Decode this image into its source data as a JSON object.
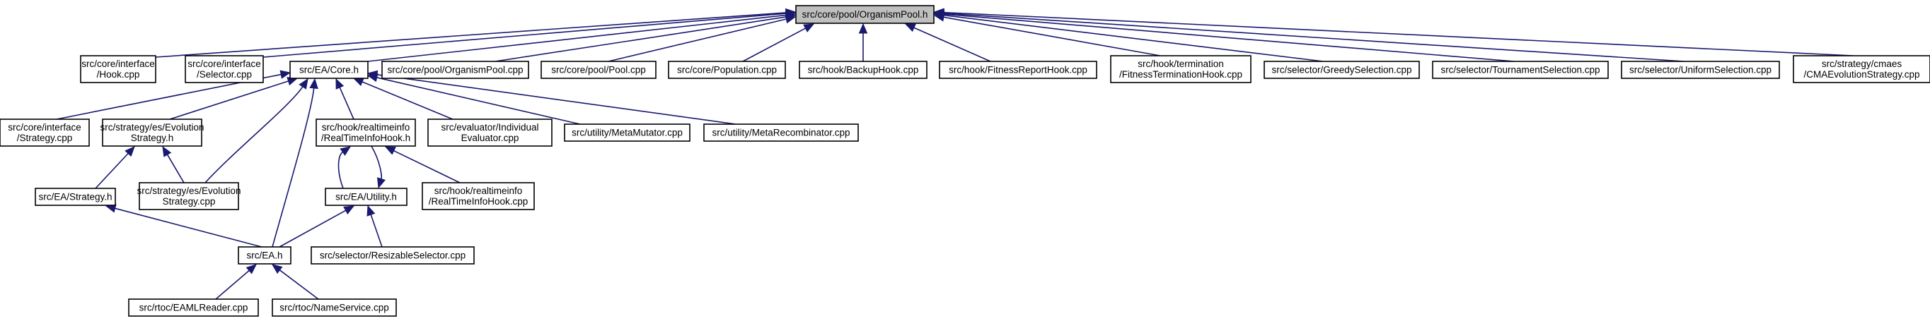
{
  "nodes": [
    {
      "id": "root",
      "lines": [
        "src/core/pool/OrganismPool.h"
      ],
      "root": true
    },
    {
      "id": "hook_if",
      "lines": [
        "src/core/interface",
        "/Hook.cpp"
      ]
    },
    {
      "id": "selector_if",
      "lines": [
        "src/core/interface",
        "/Selector.cpp"
      ]
    },
    {
      "id": "core_h",
      "lines": [
        "src/EA/Core.h"
      ]
    },
    {
      "id": "organismpool_cpp",
      "lines": [
        "src/core/pool/OrganismPool.cpp"
      ]
    },
    {
      "id": "pool_cpp",
      "lines": [
        "src/core/pool/Pool.cpp"
      ]
    },
    {
      "id": "population_cpp",
      "lines": [
        "src/core/Population.cpp"
      ]
    },
    {
      "id": "backuphook_cpp",
      "lines": [
        "src/hook/BackupHook.cpp"
      ]
    },
    {
      "id": "fitnessreport_cpp",
      "lines": [
        "src/hook/FitnessReportHook.cpp"
      ]
    },
    {
      "id": "fitnessterm_cpp",
      "lines": [
        "src/hook/termination",
        "/FitnessTerminationHook.cpp"
      ]
    },
    {
      "id": "greedy_cpp",
      "lines": [
        "src/selector/GreedySelection.cpp"
      ]
    },
    {
      "id": "tournament_cpp",
      "lines": [
        "src/selector/TournamentSelection.cpp"
      ]
    },
    {
      "id": "uniform_cpp",
      "lines": [
        "src/selector/UniformSelection.cpp"
      ]
    },
    {
      "id": "cmaes_cpp",
      "lines": [
        "src/strategy/cmaes",
        "/CMAEvolutionStrategy.cpp"
      ]
    },
    {
      "id": "strategy_if",
      "lines": [
        "src/core/interface",
        "/Strategy.cpp"
      ]
    },
    {
      "id": "evo_h",
      "lines": [
        "src/strategy/es/Evolution",
        "Strategy.h"
      ]
    },
    {
      "id": "rtinfo_h",
      "lines": [
        "src/hook/realtimeinfo",
        "/RealTimeInfoHook.h"
      ]
    },
    {
      "id": "indiv_cpp",
      "lines": [
        "src/evaluator/Individual",
        "Evaluator.cpp"
      ]
    },
    {
      "id": "metamutator_cpp",
      "lines": [
        "src/utility/MetaMutator.cpp"
      ]
    },
    {
      "id": "metarecomb_cpp",
      "lines": [
        "src/utility/MetaRecombinator.cpp"
      ]
    },
    {
      "id": "ea_strategy_h",
      "lines": [
        "src/EA/Strategy.h"
      ]
    },
    {
      "id": "evo_cpp",
      "lines": [
        "src/strategy/es/Evolution",
        "Strategy.cpp"
      ]
    },
    {
      "id": "utility_h",
      "lines": [
        "src/EA/Utility.h"
      ]
    },
    {
      "id": "rtinfo_cpp",
      "lines": [
        "src/hook/realtimeinfo",
        "/RealTimeInfoHook.cpp"
      ]
    },
    {
      "id": "ea_h",
      "lines": [
        "src/EA.h"
      ]
    },
    {
      "id": "resizable_cpp",
      "lines": [
        "src/selector/ResizableSelector.cpp"
      ]
    },
    {
      "id": "eamlreader_cpp",
      "lines": [
        "src/rtoc/EAMLReader.cpp"
      ]
    },
    {
      "id": "nameservice_cpp",
      "lines": [
        "src/rtoc/NameService.cpp"
      ]
    }
  ],
  "edges": [
    {
      "from": "hook_if",
      "to": "root"
    },
    {
      "from": "selector_if",
      "to": "root"
    },
    {
      "from": "core_h",
      "to": "root"
    },
    {
      "from": "organismpool_cpp",
      "to": "root"
    },
    {
      "from": "pool_cpp",
      "to": "root"
    },
    {
      "from": "population_cpp",
      "to": "root"
    },
    {
      "from": "backuphook_cpp",
      "to": "root"
    },
    {
      "from": "fitnessreport_cpp",
      "to": "root"
    },
    {
      "from": "fitnessterm_cpp",
      "to": "root"
    },
    {
      "from": "greedy_cpp",
      "to": "root"
    },
    {
      "from": "tournament_cpp",
      "to": "root"
    },
    {
      "from": "uniform_cpp",
      "to": "root"
    },
    {
      "from": "cmaes_cpp",
      "to": "root"
    },
    {
      "from": "strategy_if",
      "to": "core_h"
    },
    {
      "from": "evo_h",
      "to": "core_h"
    },
    {
      "from": "evo_cpp",
      "to": "core_h"
    },
    {
      "from": "ea_h",
      "to": "core_h"
    },
    {
      "from": "rtinfo_h",
      "to": "core_h"
    },
    {
      "from": "indiv_cpp",
      "to": "core_h"
    },
    {
      "from": "metamutator_cpp",
      "to": "core_h"
    },
    {
      "from": "metarecomb_cpp",
      "to": "core_h"
    },
    {
      "from": "ea_strategy_h",
      "to": "evo_h"
    },
    {
      "from": "evo_cpp",
      "to": "evo_h"
    },
    {
      "from": "utility_h",
      "to": "rtinfo_h"
    },
    {
      "from": "rtinfo_cpp",
      "to": "rtinfo_h"
    },
    {
      "from": "rtinfo_h",
      "to": "utility_h"
    },
    {
      "from": "ea_h",
      "to": "ea_strategy_h"
    },
    {
      "from": "ea_h",
      "to": "utility_h"
    },
    {
      "from": "resizable_cpp",
      "to": "utility_h"
    },
    {
      "from": "eamlreader_cpp",
      "to": "ea_h"
    },
    {
      "from": "nameservice_cpp",
      "to": "ea_h"
    }
  ]
}
